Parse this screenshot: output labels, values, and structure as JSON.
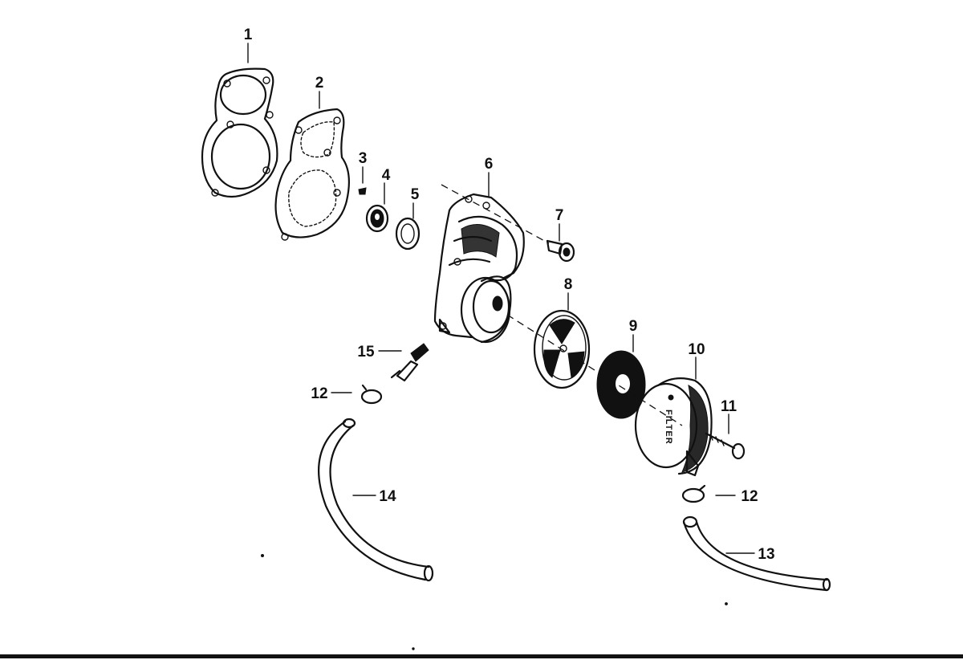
{
  "callouts": [
    {
      "id": "label-1",
      "text": "1"
    },
    {
      "id": "label-2",
      "text": "2"
    },
    {
      "id": "label-3",
      "text": "3"
    },
    {
      "id": "label-4",
      "text": "4"
    },
    {
      "id": "label-5",
      "text": "5"
    },
    {
      "id": "label-6",
      "text": "6"
    },
    {
      "id": "label-7",
      "text": "7"
    },
    {
      "id": "label-8",
      "text": "8"
    },
    {
      "id": "label-9",
      "text": "9"
    },
    {
      "id": "label-10",
      "text": "10"
    },
    {
      "id": "label-11",
      "text": "11"
    },
    {
      "id": "label-12a",
      "text": "12"
    },
    {
      "id": "label-12b",
      "text": "12"
    },
    {
      "id": "label-13",
      "text": "13"
    },
    {
      "id": "label-14",
      "text": "14"
    },
    {
      "id": "label-15",
      "text": "15"
    }
  ],
  "filter_embossing": "FILTER",
  "colors": {
    "ink": "#111111",
    "paper": "#ffffff"
  }
}
